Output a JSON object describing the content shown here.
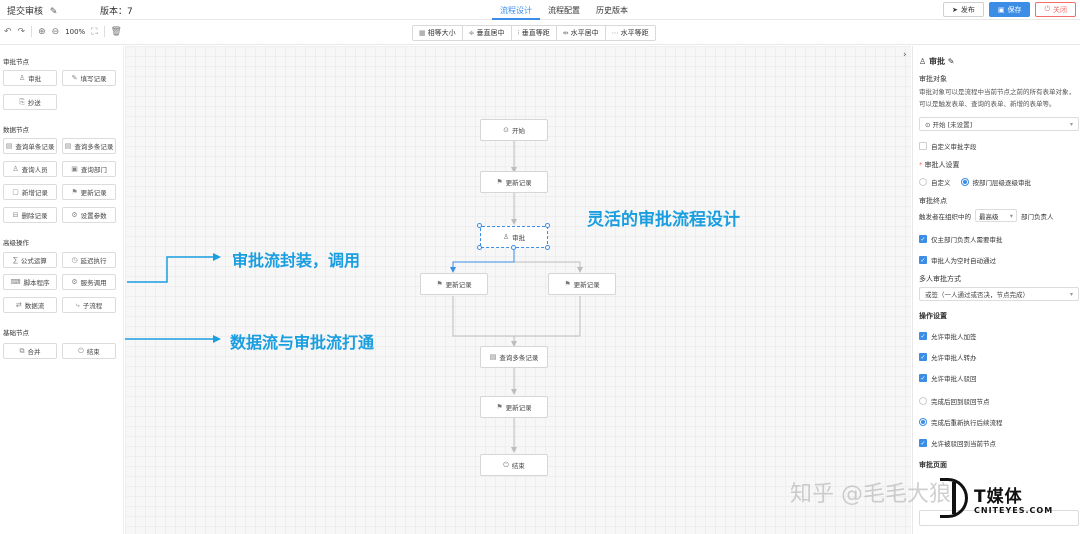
{
  "header": {
    "title": "提交审核",
    "version_label": "版本：7",
    "tabs": [
      {
        "label": "流程设计",
        "active": true
      },
      {
        "label": "流程配置",
        "active": false
      },
      {
        "label": "历史版本",
        "active": false
      }
    ],
    "publish_label": "发布",
    "save_label": "保存",
    "close_label": "关闭"
  },
  "toolbar": {
    "zoom": "100%",
    "align_buttons": [
      "相等大小",
      "垂直居中",
      "垂直等距",
      "水平居中",
      "水平等距"
    ]
  },
  "left_panel": {
    "sections": [
      {
        "title": "审批节点",
        "items": [
          "审批",
          "填写记录",
          "抄送"
        ]
      },
      {
        "title": "数据节点",
        "items": [
          "查询单条记录",
          "查询多条记录",
          "查询人员",
          "查询部门",
          "新增记录",
          "更新记录",
          "删除记录",
          "设置参数"
        ]
      },
      {
        "title": "高级操作",
        "items": [
          "公式运算",
          "延迟执行",
          "脚本程序",
          "服务调用",
          "数据流",
          "子流程"
        ]
      },
      {
        "title": "基础节点",
        "items": [
          "合并",
          "结束"
        ]
      }
    ]
  },
  "canvas": {
    "nodes": {
      "start": "开始",
      "update1": "更新记录",
      "approve": "审批",
      "update_left": "更新记录",
      "update_right": "更新记录",
      "query_multi": "查询多条记录",
      "update2": "更新记录",
      "end": "结束"
    },
    "annotations": {
      "flexible": "灵活的审批流程设计",
      "encapsulate": "审批流封装，调用",
      "dataflow": "数据流与审批流打通"
    },
    "accent_color": "#1a9ee0"
  },
  "right_panel": {
    "title": "审批",
    "target_label": "审批对象",
    "target_desc": "审批对象可以是流程中当前节点之前的所有表单对象，可以是触发表单、查询的表单、新增的表单等。",
    "target_select": "开始 [未设置]",
    "custom_field_label": "自定义审批字段",
    "approver_label": "审批人设置",
    "approver_options": [
      "自定义",
      "按部门层级逐级审批"
    ],
    "endpoint_label": "审批终点",
    "endpoint_prefix": "触发者在组织中的",
    "endpoint_select": "最高级",
    "endpoint_suffix": "部门负责人",
    "check_only_head": "仅主部门负责人需要审批",
    "check_auto_pass": "审批人为空时自动通过",
    "multi_label": "多人审批方式",
    "multi_select": "或签（一人通过或否决，节点完成）",
    "ops_label": "操作设置",
    "ops_checks": [
      "允许审批人加签",
      "允许审批人转办",
      "允许审批人驳回"
    ],
    "radio_return": "完成后回到驳回节点",
    "radio_rerun": "完成后重新执行后续流程",
    "check_return_current": "允许被驳回到当前节点",
    "page_label": "审批页面"
  },
  "watermark": {
    "text": "知乎 @毛毛大狼",
    "logo_text": "T媒体",
    "logo_sub": "CNITEYES.COM"
  }
}
